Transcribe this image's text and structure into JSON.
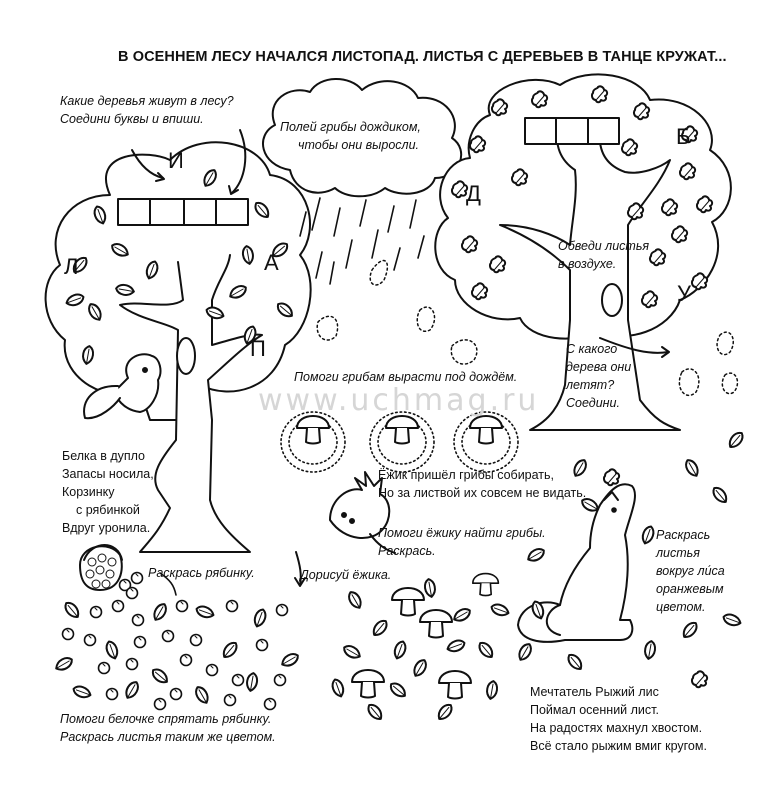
{
  "title": "В ОСЕННЕМ ЛЕСУ НАЧАЛСЯ ЛИСТОПАД. ЛИСТЬЯ С ДЕРЕВЬЕВ В ТАНЦЕ КРУЖАТ...",
  "watermark": "www.uchmag.ru",
  "left_tree": {
    "question_line1": "Какие деревья живут в лесу?",
    "question_line2": "Соедини буквы и впиши.",
    "letters": [
      "И",
      "Л",
      "А",
      "П"
    ]
  },
  "cloud": {
    "line1": "Полей грибы дождиком,",
    "line2": "чтобы они выросли."
  },
  "right_tree": {
    "letters": [
      "Б",
      "Д",
      "У"
    ],
    "trace_line1": "Обведи листья",
    "trace_line2": "в воздухе.",
    "question_line1": "С какого",
    "question_line2": "дерева они",
    "question_line3": "летят?",
    "question_line4": "Соедини."
  },
  "mushrooms_task": "Помоги грибам вырасти под дождём.",
  "squirrel_poem": [
    "Белка в дупло",
    "Запасы носила,",
    "Корзинку",
    "с рябинкой",
    "Вдруг уронила."
  ],
  "hedgehog_poem": {
    "line1": "Ёжик пришёл грибы собирать,",
    "line2": "Но за листвой их совсем не видать."
  },
  "hedgehog_task": {
    "line1": "Помоги ёжику найти грибы.",
    "line2": "Раскрась."
  },
  "rowan_task": "Раскрась рябинку.",
  "draw_hedgehog": "Дорисуй ёжика.",
  "fox_task": [
    "Раскрась",
    "листья",
    "вокруг ли́са",
    "оранжевым",
    "цветом."
  ],
  "bottom_left_task": {
    "line1": "Помоги белочке спрятать рябинку.",
    "line2": "Раскрась листья таким же цветом."
  },
  "fox_poem": [
    "Мечтатель Рыжий лис",
    "Поймал осенний лист.",
    "На радостях махнул хвостом.",
    "Всё стало рыжим вмиг кругом."
  ]
}
